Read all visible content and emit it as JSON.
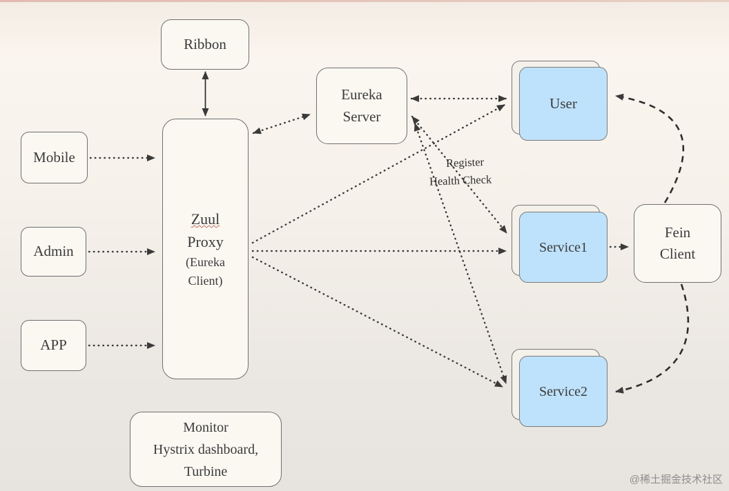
{
  "nodes": {
    "ribbon": {
      "label": "Ribbon"
    },
    "mobile": {
      "label": "Mobile"
    },
    "admin": {
      "label": "Admin"
    },
    "app": {
      "label": "APP"
    },
    "zuul": {
      "lines": [
        "Zuul",
        "Proxy",
        "(Eureka",
        "Client)"
      ]
    },
    "eureka": {
      "lines": [
        "Eureka",
        "Server"
      ]
    },
    "user": {
      "label": "User"
    },
    "service1": {
      "label": "Service1"
    },
    "service2": {
      "label": "Service2"
    },
    "fein": {
      "lines": [
        "Fein",
        "Client"
      ]
    },
    "monitor": {
      "lines": [
        "Monitor",
        "Hystrix dashboard,",
        "Turbine"
      ]
    }
  },
  "annotations": {
    "register": "Register",
    "health_check": "Health Check"
  },
  "watermark": "@稀土掘金技术社区",
  "colors": {
    "service_fill": "#bee2fb",
    "node_fill": "#fbf8f2",
    "border": "#6f6f6f",
    "arrow": "#3a3a3a",
    "background_top": "#faf5ee",
    "background_bottom": "#e7e3de",
    "zuul_underline": "#bf6a63"
  }
}
